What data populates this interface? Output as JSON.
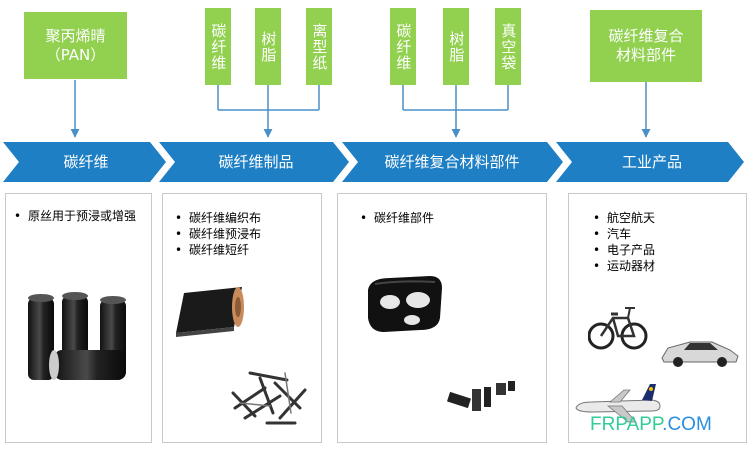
{
  "top": {
    "pan": "聚丙烯晴\n（PAN）",
    "group1": [
      "碳纤维",
      "树脂",
      "离型纸"
    ],
    "group2": [
      "碳纤维",
      "树脂",
      "真空袋"
    ],
    "composite": "碳纤维复合\n材料部件"
  },
  "stages": [
    "碳纤维",
    "碳纤维制品",
    "碳纤维复合材料部件",
    "工业产品"
  ],
  "panels": [
    {
      "items": [
        "原丝用于预浸或增强"
      ]
    },
    {
      "items": [
        "碳纤维编织布",
        "碳纤维预浸布",
        "碳纤维短纤"
      ]
    },
    {
      "items": [
        "碳纤维部件"
      ]
    },
    {
      "items": [
        "航空航天",
        "汽车",
        "电子产品",
        "运动器材"
      ]
    }
  ],
  "watermark": {
    "part1": "FRPAPP",
    "part2": ".COM"
  },
  "colors": {
    "green": "#92D050",
    "blue": "#1F7FC4",
    "connector": "#4A90C8"
  }
}
